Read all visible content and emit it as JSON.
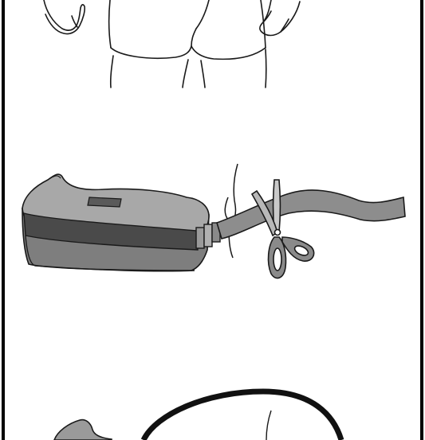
{
  "illustration": {
    "panels": [
      {
        "subject": "person-back-hands-on-hips"
      },
      {
        "subject": "float-belt-strap-trim-with-scissors"
      },
      {
        "subject": "float-belt-partial"
      }
    ]
  },
  "colors": {
    "line": "#1a1a1a",
    "belt_body": "#8a8a8a",
    "belt_top": "#a9a9a9",
    "belt_band": "#4a4a4a",
    "strap": "#8d8d8d",
    "frame_border": "#000000"
  }
}
